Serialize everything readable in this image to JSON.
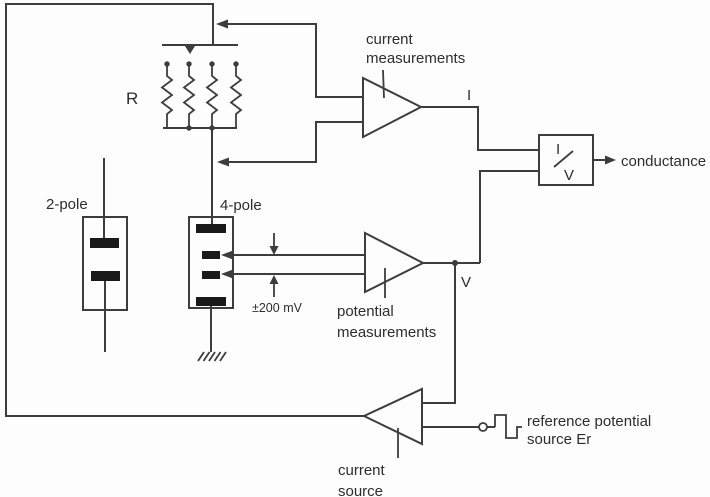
{
  "colors": {
    "line": "#3d3d3d",
    "text": "#2d2d2d",
    "electrode": "#1a1a1a",
    "background": "#fdfdfd"
  },
  "resistor_network": {
    "label": "R"
  },
  "electrodes": {
    "two_pole": {
      "label": "2-pole"
    },
    "four_pole": {
      "label": "4-pole"
    }
  },
  "amplifiers": {
    "current_measurements": {
      "label_line1": "current",
      "label_line2": "measurements",
      "output_label": "I"
    },
    "potential_measurements": {
      "label_line1": "potential",
      "label_line2": "measurements",
      "output_label": "V",
      "input_range": "±200 mV"
    },
    "current_source": {
      "label_line1": "current",
      "label_line2": "source"
    }
  },
  "divider": {
    "numerator": "I",
    "denominator": "V",
    "output_label": "conductance"
  },
  "reference_source": {
    "label_line1": "reference potential",
    "label_line2": "source Er"
  }
}
